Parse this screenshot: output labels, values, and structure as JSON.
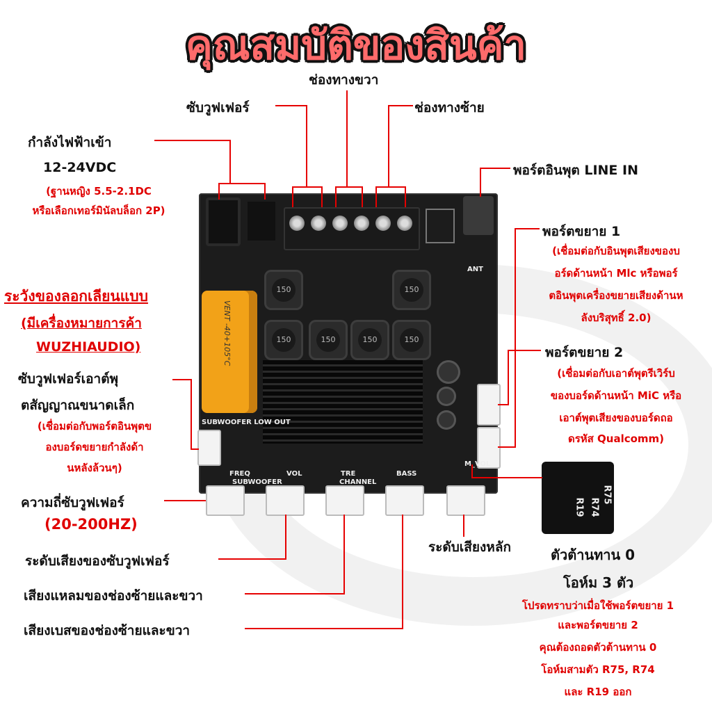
{
  "title": "คุณสมบัติของสินค้า",
  "labels": {
    "right_channel": "ช่องทางขวา",
    "subwoofer": "ซับวูฟเฟอร์",
    "left_channel": "ช่องทางซ้าย",
    "power_in": "กำลังไฟฟ้าเข้า",
    "voltage": "12-24VDC",
    "power_note_1": "(ฐานหญิง 5.5-2.1DC",
    "power_note_2": "หรือเลือกเทอร์มินัลบล็อก 2P)",
    "line_in": "พอร์ตอินพุต LINE IN",
    "exp1_title": "พอร์ตขยาย 1",
    "exp1_note_1": "(เชื่อมต่อกับอินพุตเสียงของบ",
    "exp1_note_2": "อร์ดด้านหน้า Mlc หรือพอร์",
    "exp1_note_3": "ตอินพุตเครื่องขยายเสียงด้านห",
    "exp1_note_4": "ลังบริสุทธิ์ 2.0)",
    "exp2_title": "พอร์ตขยาย 2",
    "exp2_note_1": "(เชื่อมต่อกับเอาต์พุตรีเวิร์บ",
    "exp2_note_2": "ของบอร์ดด้านหน้า MiC หรือ",
    "exp2_note_3": "เอาต์พุตเสียงของบอร์ดถอ",
    "exp2_note_4": "ดรหัส Qualcomm)",
    "beware_1": "ระวังของลอกเลียนแบบ",
    "beware_2": "(มีเครื่องหมายการค้า",
    "beware_3": "WUZHIAUDIO)",
    "sub_out_1": "ซับวูฟเฟอร์เอาต์พุ",
    "sub_out_2": "ตสัญญาณขนาดเล็ก",
    "sub_out_note_1": "(เชื่อมต่อกับพอร์ตอินพุตข",
    "sub_out_note_2": "องบอร์ดขยายกำลังด้า",
    "sub_out_note_3": "นหลังล้วนๆ)",
    "sub_freq": "ความถี่ซับวูฟเฟอร์",
    "sub_freq_range": "(20-200HZ)",
    "sub_level": "ระดับเสียงของซับวูฟเฟอร์",
    "treble": "เสียงแหลมของช่องซ้ายและขวา",
    "bass": "เสียงเบสของช่องซ้ายและขวา",
    "main_vol": "ระดับเสียงหลัก",
    "resistor_1": "ตัวต้านทาน 0",
    "resistor_2": "โอห์ม 3 ตัว",
    "notice_1": "โปรดทราบว่าเมื่อใช้พอร์ตขยาย 1",
    "notice_2": "และพอร์ตขยาย 2",
    "notice_3": "คุณต้องถอดตัวต้านทาน 0",
    "notice_4": "โอห์มสามตัว R75, R74",
    "notice_5": "และ R19 ออก"
  },
  "silkscreen": {
    "freq": "FREQ",
    "vol": "VOL",
    "tre": "TRE",
    "bass": "BASS",
    "subwoofer": "SUBWOOFER",
    "channel": "CHANNEL",
    "m_vol": "M_VOL",
    "sub_low_out": "SUBWOOFER LOW OUT",
    "ant": "ANT",
    "inductor": "150",
    "cap_text": "VENT -40+105°C",
    "r75": "R75",
    "r74": "R74",
    "r19": "R19"
  },
  "colors": {
    "accent": "#e60000",
    "title_fill": "#ff6b6b",
    "board": "#1c1c1c",
    "capacitor": "#f2a218"
  }
}
